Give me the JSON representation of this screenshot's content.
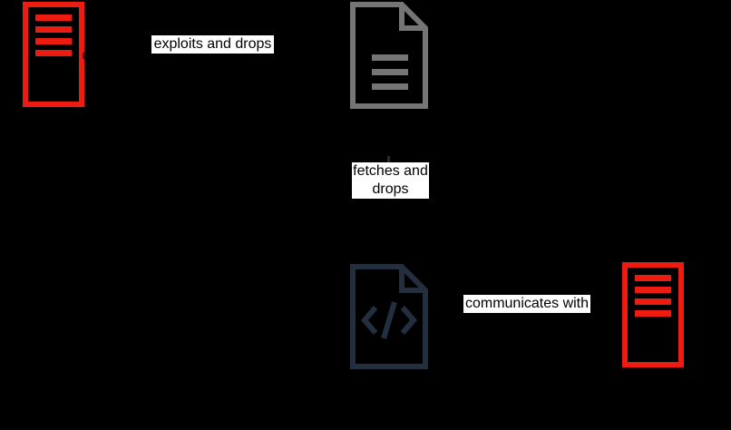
{
  "diagram": {
    "background_color": "#000000",
    "nodes": [
      {
        "id": "attacker-server",
        "icon": "server-icon",
        "color": "#ee1b10",
        "label": ""
      },
      {
        "id": "dropper-document",
        "icon": "document-icon",
        "color": "#757575",
        "label": ""
      },
      {
        "id": "payload-code-file",
        "icon": "code-file-icon",
        "color": "#232f3e",
        "label": ""
      },
      {
        "id": "c2-server",
        "icon": "server-icon",
        "color": "#ee1b10",
        "label": ""
      }
    ],
    "edges": [
      {
        "id": "edge-exploits-and-drops",
        "label": "exploits and drops",
        "from": "attacker-server",
        "to": "dropper-document",
        "label_lines": [
          "exploits and drops"
        ]
      },
      {
        "id": "edge-fetches-and-drops",
        "label": "fetches and drops",
        "from": "dropper-document",
        "to": "payload-code-file",
        "label_lines": [
          "fetches and",
          "drops"
        ]
      },
      {
        "id": "edge-communicates-with",
        "label": "communicates with",
        "from": "payload-code-file",
        "to": "c2-server",
        "label_lines": [
          "communicates with"
        ]
      }
    ]
  }
}
